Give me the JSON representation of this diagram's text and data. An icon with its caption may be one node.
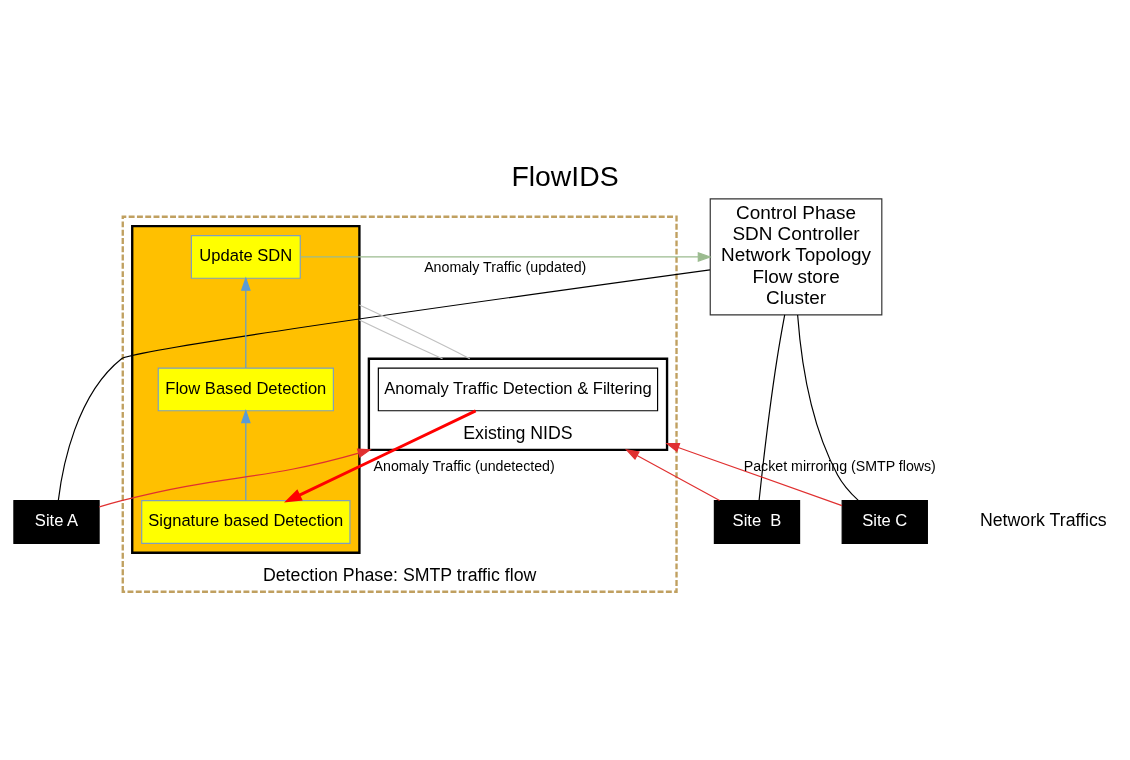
{
  "diagram": {
    "title": "FlowIDS",
    "nodes": [
      {
        "text": [
          "Control Phase",
          "SDN Controller",
          "Network Topology",
          "Flow store",
          "Cluster"
        ]
      },
      {
        "text": [
          "Detection Phase: SMTP traffic flow"
        ]
      },
      {
        "text": [],
        "shape": "box",
        "in": 1
      },
      {
        "text": [
          "Update SDN"
        ],
        "in": 2
      },
      {
        "text": [
          "Flow Based Detection"
        ],
        "in": 2
      },
      {
        "text": [
          "Signature based Detection"
        ],
        "in": 2
      },
      {
        "text": [
          "Existing NIDS"
        ],
        "in": 1
      },
      {
        "text": [
          "Anomaly Traffic Detection & Filtering"
        ],
        "in": 6
      },
      {
        "text": [
          "Site A"
        ]
      },
      {
        "text": [
          "Site  B"
        ]
      },
      {
        "text": [
          "Site C"
        ]
      }
    ],
    "edges": [
      {
        "from": 3,
        "to": 0,
        "arrow": "to",
        "label": "Anomaly Traffic (updated)",
        "color": "#9bbb8f"
      },
      {
        "from": 5,
        "to": 4,
        "arrow": "to",
        "color": "#5b9bd5"
      },
      {
        "from": 4,
        "to": 3,
        "arrow": "to",
        "color": "#5b9bd5"
      },
      {
        "from": 2,
        "to": 6,
        "arrow": "none",
        "color": "#c0c0c0"
      },
      {
        "from": 2,
        "to": 6,
        "arrow": "none",
        "color": "#c0c0c0"
      },
      {
        "from": 7,
        "to": 5,
        "arrow": "to",
        "label": "Anomaly Traffic (undetected)",
        "color": "#ff0000",
        "style": "thick"
      },
      {
        "from": 0,
        "to": 8,
        "arrow": "none"
      },
      {
        "from": 0,
        "to": 9,
        "arrow": "none"
      },
      {
        "from": 0,
        "to": 10,
        "arrow": "none"
      },
      {
        "from": 8,
        "to": 6,
        "arrow": "to",
        "color": "#e03030"
      },
      {
        "from": 9,
        "to": 6,
        "arrow": "to",
        "color": "#e03030"
      },
      {
        "from": 10,
        "to": 6,
        "arrow": "to",
        "color": "#e03030",
        "label": "Packet mirroring (SMTP flows)"
      }
    ],
    "labels": [
      "Network Traffics"
    ]
  }
}
